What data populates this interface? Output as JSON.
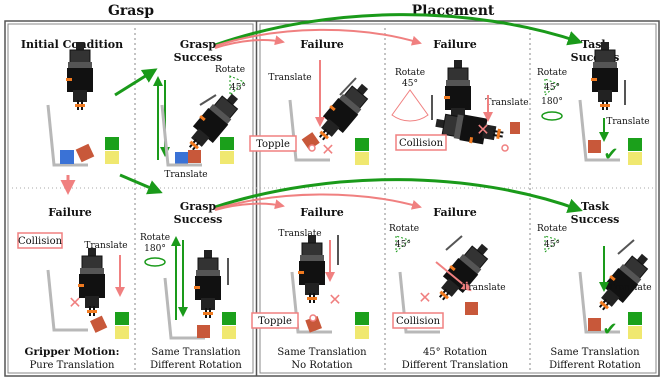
{
  "header": {
    "grasp": "Grasp",
    "placement": "Placement"
  },
  "col1": {
    "initial": "Initial Condition",
    "failure": "Failure",
    "collision": "Collision",
    "translate": "Translate",
    "footer_line1": "Gripper Motion:",
    "footer_line2": "Pure Translation"
  },
  "col2": {
    "grasp_success_1": "Grasp",
    "grasp_success_2": "Success",
    "rotate": "Rotate",
    "deg45": "45°",
    "translate_small": "Translate",
    "grasp_success_b1": "Grasp",
    "grasp_success_b2": "Success",
    "rotate_b": "Rotate",
    "deg180": "180°",
    "footer_line1": "Same Translation",
    "footer_line2": "Different Rotation"
  },
  "col3": {
    "failure_top": "Failure",
    "translate": "Translate",
    "topple": "Topple",
    "failure_bottom": "Failure",
    "translate_b": "Translate",
    "topple_b": "Topple",
    "footer_line1": "Same Translation",
    "footer_line2": "No Rotation"
  },
  "col4": {
    "failure_top": "Failure",
    "rotate": "Rotate",
    "deg45": "45°",
    "translate": "Translate",
    "collision": "Collision",
    "failure_bottom": "Failure",
    "rotate_b": "Rotate",
    "deg45_b": "45°",
    "translate_b": "Translate",
    "collision_b": "Collision",
    "footer_line1": "45° Rotation",
    "footer_line2": "Different Translation"
  },
  "col5": {
    "task_success_1": "Task",
    "task_success_2": "Success",
    "rotate": "Rotate",
    "deg45": "45°",
    "deg180": "180°",
    "translate": "Translate",
    "task_success_b1": "Task",
    "task_success_b2": "Success",
    "rotate_b": "Rotate",
    "deg45_b": "45°",
    "translate_b": "Translate",
    "footer_line1": "Same Translation",
    "footer_line2": "Different Rotation"
  },
  "colors": {
    "success_green": "#1a9a1a",
    "failure_red": "#f08080",
    "cube_blue": "#3a72d6",
    "cube_red": "#c8583a",
    "cube_green": "#1ba01b",
    "cube_yellow": "#f0e870",
    "gripper_orange": "#f07a20",
    "gripper_black": "#1a1a1a",
    "bin_gray": "#b8b8b8"
  }
}
